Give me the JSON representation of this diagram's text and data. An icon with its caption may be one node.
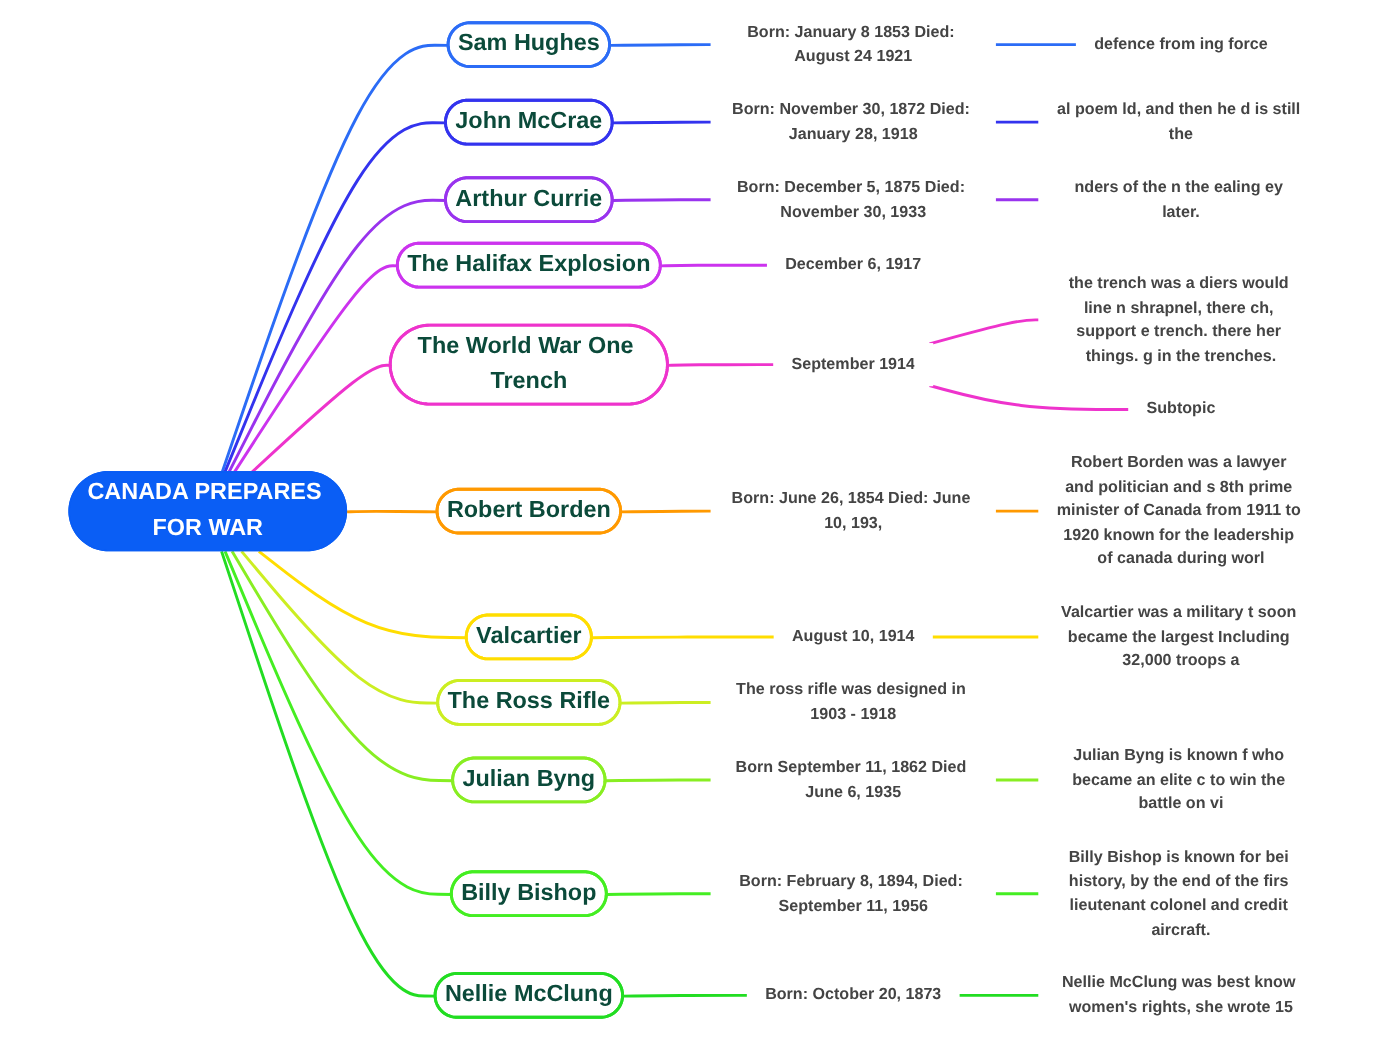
{
  "diagram": {
    "nodes": [
      {
        "text": [
          "CANADA PREPARES FOR WAR"
        ]
      },
      {
        "text": [
          "Sam Hughes"
        ]
      },
      {
        "text": [
          "Born: January 8 1853 Died: August 24 1921"
        ]
      },
      {
        "text": [
          "defence from ing force"
        ]
      },
      {
        "text": [
          "John McCrae"
        ]
      },
      {
        "text": [
          "Born: November 30, 1872 Died: January 28, 1918"
        ]
      },
      {
        "text": [
          "al poem ld, and then he d is still the"
        ]
      },
      {
        "text": [
          "Arthur Currie"
        ]
      },
      {
        "text": [
          "Born: December 5, 1875 Died: November 30, 1933"
        ]
      },
      {
        "text": [
          "nders of the n the ealing ey later."
        ]
      },
      {
        "text": [
          "The Halifax Explosion"
        ]
      },
      {
        "text": [
          "December 6, 1917"
        ]
      },
      {
        "text": [
          "The World War One Trench"
        ]
      },
      {
        "text": [
          "September 1914"
        ]
      },
      {
        "text": [
          "the trench was a diers would line n shrapnel, there ch, support e trench. there her things. g in the trenches."
        ]
      },
      {
        "text": [
          "Subtopic"
        ]
      },
      {
        "text": [
          "Robert Borden"
        ]
      },
      {
        "text": [
          "Born: June 26, 1854 Died: June 10, 193,"
        ]
      },
      {
        "text": [
          "Robert Borden was a lawyer and politician and s 8th prime minister of Canada from 1911 to 1920 known for the leadership of canada during worl"
        ]
      },
      {
        "text": [
          "Valcartier"
        ]
      },
      {
        "text": [
          "August 10, 1914"
        ]
      },
      {
        "text": [
          "Valcartier was a military t soon became the largest Including 32,000 troops a"
        ]
      },
      {
        "text": [
          "The Ross Rifle"
        ]
      },
      {
        "text": [
          "The ross rifle was designed in 1903 - 1918"
        ]
      },
      {
        "text": [
          "Julian Byng"
        ]
      },
      {
        "text": [
          "Born September 11, 1862 Died June 6, 1935"
        ]
      },
      {
        "text": [
          "Julian Byng is known f who became an elite c to win the battle on vi"
        ]
      },
      {
        "text": [
          "Billy Bishop"
        ]
      },
      {
        "text": [
          "Born: February 8, 1894, Died: September 11, 1956"
        ]
      },
      {
        "text": [
          "Billy Bishop is known for bei history, by the end of the firs lieutenant colonel and credit aircraft."
        ]
      },
      {
        "text": [
          "Nellie McClung"
        ]
      },
      {
        "text": [
          "Born: October 20, 1873"
        ]
      },
      {
        "text": [
          "Nellie McClung was best know women's rights, she wrote 15"
        ]
      }
    ],
    "edges": [
      {
        "from": 0,
        "to": 1,
        "arrow": "none",
        "color": "#2b6cf6"
      },
      {
        "from": 1,
        "to": 2,
        "arrow": "none",
        "color": "#2b6cf6"
      },
      {
        "from": 2,
        "to": 3,
        "arrow": "none",
        "color": "#2b6cf6"
      },
      {
        "from": 0,
        "to": 4,
        "arrow": "none",
        "color": "#3333ee"
      },
      {
        "from": 4,
        "to": 5,
        "arrow": "none",
        "color": "#3333ee"
      },
      {
        "from": 5,
        "to": 6,
        "arrow": "none",
        "color": "#3333ee"
      },
      {
        "from": 0,
        "to": 7,
        "arrow": "none",
        "color": "#9933ee"
      },
      {
        "from": 7,
        "to": 8,
        "arrow": "none",
        "color": "#9933ee"
      },
      {
        "from": 8,
        "to": 9,
        "arrow": "none",
        "color": "#9933ee"
      },
      {
        "from": 0,
        "to": 10,
        "arrow": "none",
        "color": "#cc33ee"
      },
      {
        "from": 10,
        "to": 11,
        "arrow": "none",
        "color": "#cc33ee"
      },
      {
        "from": 0,
        "to": 12,
        "arrow": "none",
        "color": "#ee33cc"
      },
      {
        "from": 12,
        "to": 13,
        "arrow": "none",
        "color": "#ee33cc"
      },
      {
        "from": 13,
        "to": 14,
        "arrow": "none",
        "color": "#ee33cc"
      },
      {
        "from": 13,
        "to": 15,
        "arrow": "none",
        "color": "#ee33cc"
      },
      {
        "from": 0,
        "to": 16,
        "arrow": "none",
        "color": "#ff9900"
      },
      {
        "from": 16,
        "to": 17,
        "arrow": "none",
        "color": "#ff9900"
      },
      {
        "from": 17,
        "to": 18,
        "arrow": "none",
        "color": "#ff9900"
      },
      {
        "from": 0,
        "to": 19,
        "arrow": "none",
        "color": "#ffdd00"
      },
      {
        "from": 19,
        "to": 20,
        "arrow": "none",
        "color": "#ffdd00"
      },
      {
        "from": 20,
        "to": 21,
        "arrow": "none",
        "color": "#ffdd00"
      },
      {
        "from": 0,
        "to": 22,
        "arrow": "none",
        "color": "#ccee22"
      },
      {
        "from": 22,
        "to": 23,
        "arrow": "none",
        "color": "#ccee22"
      },
      {
        "from": 0,
        "to": 24,
        "arrow": "none",
        "color": "#88ee22"
      },
      {
        "from": 24,
        "to": 25,
        "arrow": "none",
        "color": "#88ee22"
      },
      {
        "from": 25,
        "to": 26,
        "arrow": "none",
        "color": "#88ee22"
      },
      {
        "from": 0,
        "to": 27,
        "arrow": "none",
        "color": "#44ee22"
      },
      {
        "from": 27,
        "to": 28,
        "arrow": "none",
        "color": "#44ee22"
      },
      {
        "from": 28,
        "to": 29,
        "arrow": "none",
        "color": "#44ee22"
      },
      {
        "from": 0,
        "to": 30,
        "arrow": "none",
        "color": "#22dd22"
      },
      {
        "from": 30,
        "to": 31,
        "arrow": "none",
        "color": "#22dd22"
      },
      {
        "from": 31,
        "to": 32,
        "arrow": "none",
        "color": "#22dd22"
      }
    ]
  }
}
